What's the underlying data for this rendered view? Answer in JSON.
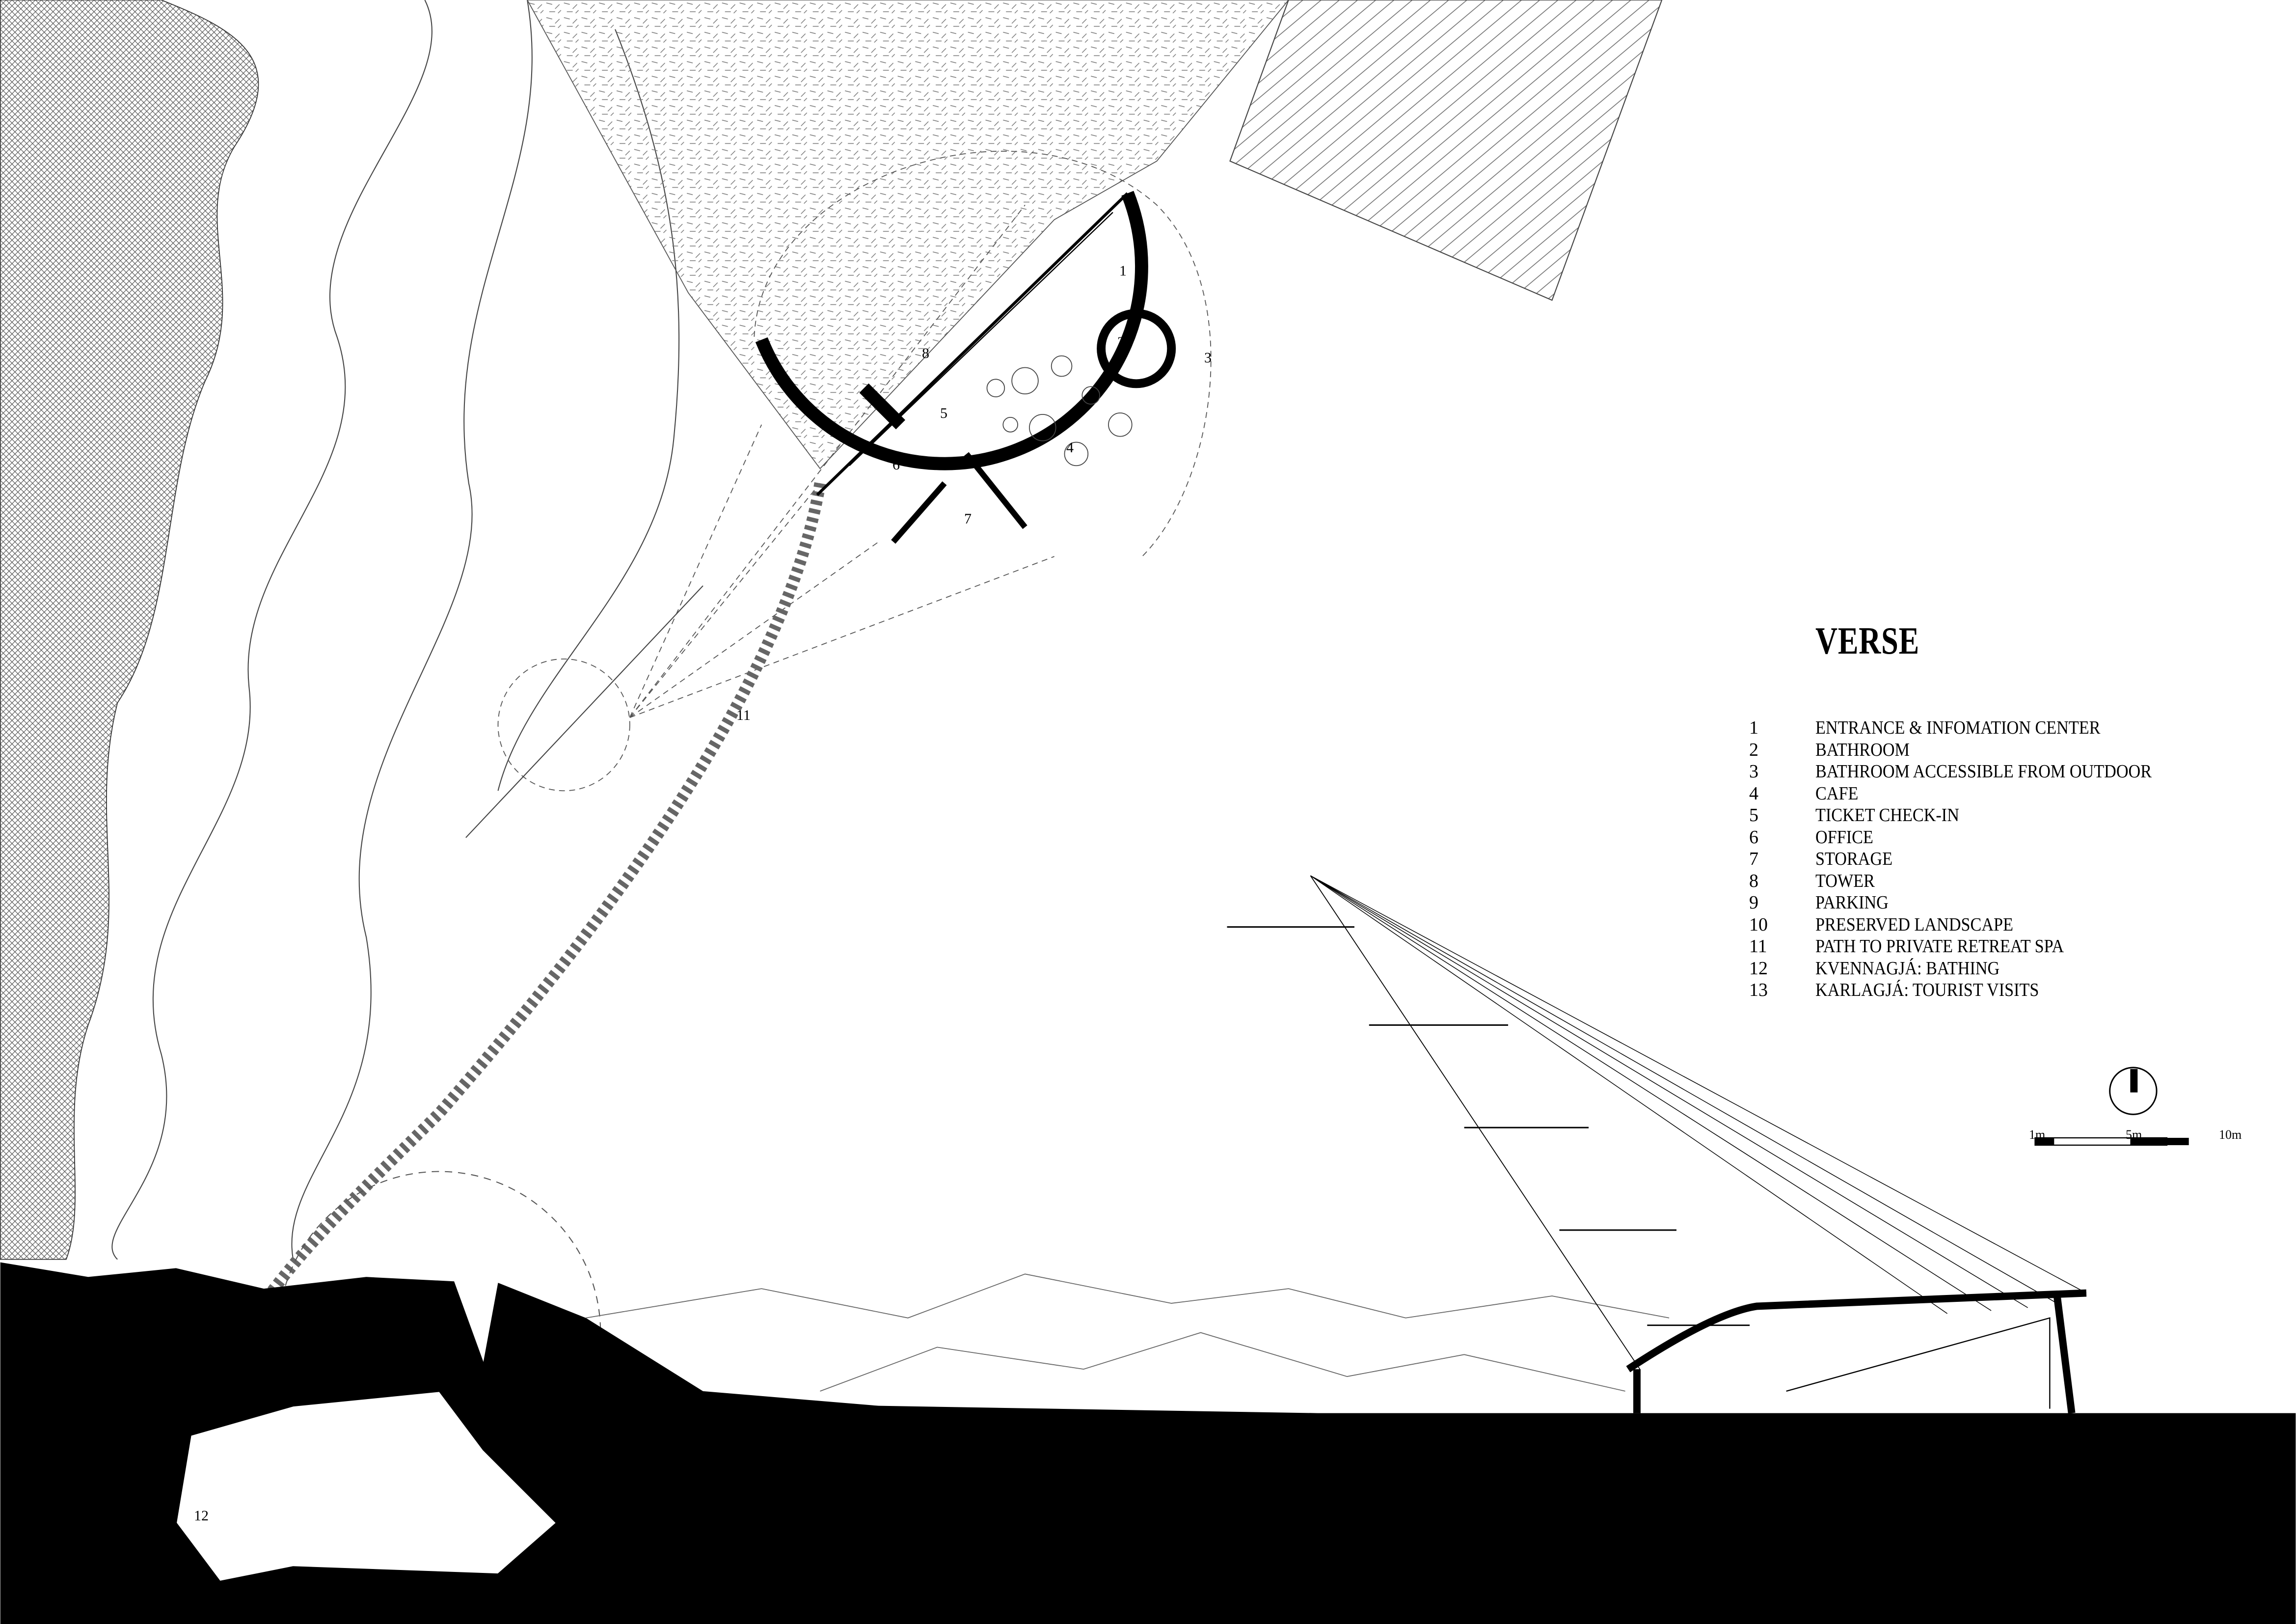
{
  "title": "VERSE",
  "legend": [
    {
      "num": "1",
      "label": "ENTRANCE & INFOMATION CENTER"
    },
    {
      "num": "2",
      "label": "BATHROOM"
    },
    {
      "num": "3",
      "label": "BATHROOM ACCESSIBLE FROM OUTDOOR"
    },
    {
      "num": "4",
      "label": "CAFE"
    },
    {
      "num": "5",
      "label": "TICKET CHECK-IN"
    },
    {
      "num": "6",
      "label": "OFFICE"
    },
    {
      "num": "7",
      "label": "STORAGE"
    },
    {
      "num": "8",
      "label": "TOWER"
    },
    {
      "num": "9",
      "label": "PARKING"
    },
    {
      "num": "10",
      "label": "PRESERVED LANDSCAPE"
    },
    {
      "num": "11",
      "label": "PATH TO PRIVATE RETREAT SPA"
    },
    {
      "num": "12",
      "label": "KVENNAGJÁ: BATHING"
    },
    {
      "num": "13",
      "label": "KARLAGJÁ: TOURIST VISITS"
    }
  ],
  "plan_labels": [
    "1",
    "2",
    "3",
    "4",
    "5",
    "6",
    "7",
    "8",
    "11",
    "12"
  ],
  "scale_bar": {
    "labels": [
      "1m",
      "5m",
      "10m"
    ]
  },
  "colors": {
    "ink": "#000000",
    "paper": "#ffffff",
    "hatch": "#555555"
  }
}
